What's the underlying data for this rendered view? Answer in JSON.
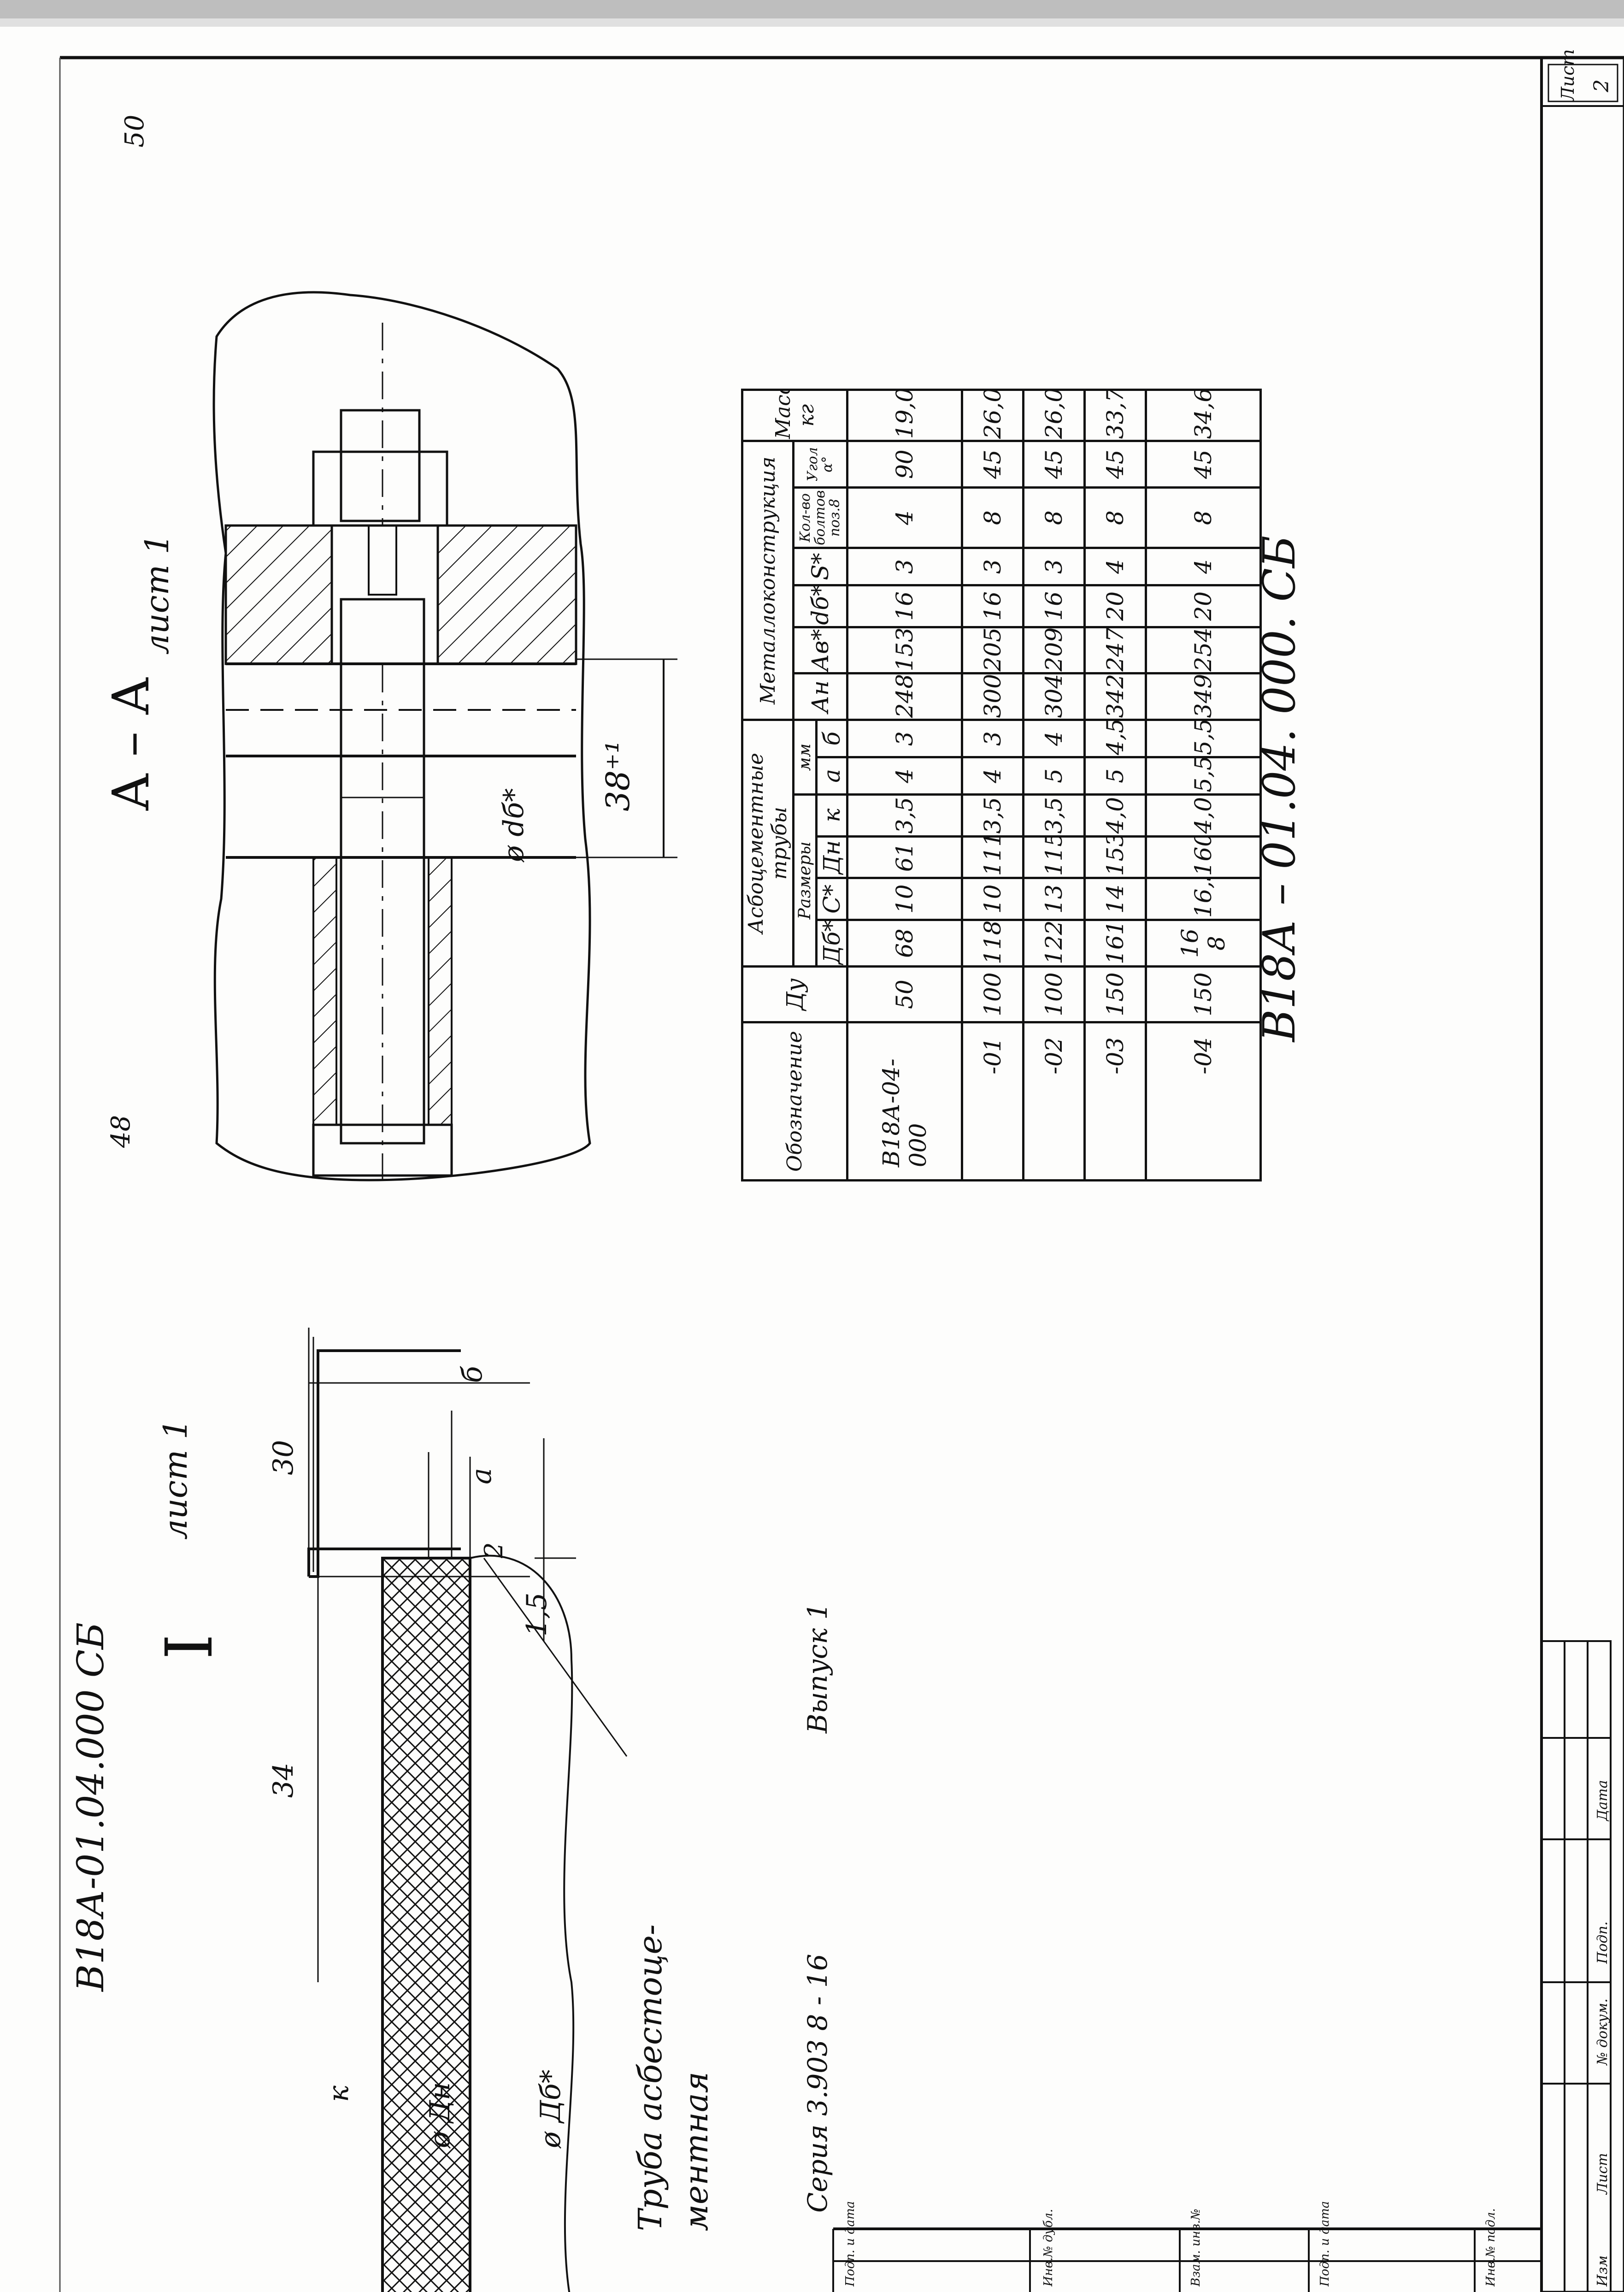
{
  "page": {
    "sheet_number_top": "50",
    "page_number_left": "48",
    "doc_code_side": "В18А-01.04.000 СБ",
    "doc_code_stamp": "В18А – 01.04. 000. СБ",
    "series_label": "Серия   3.903 8 - 16",
    "issue_label": "Выпуск 1",
    "stamp_label_sheet": "Лист",
    "stamp_sheet_value": "2",
    "stamp_cols": [
      "Изм",
      "Лист",
      "№ докум.",
      "Подп.",
      "Дата"
    ],
    "left_strip_labels": [
      "Инв.№ подл.",
      "Подп. и дата",
      "Взам. инв.№",
      "Инв.№ дубл.",
      "Подп. и дата"
    ]
  },
  "section_aa": {
    "title": "А – А",
    "sheet_ref": "лист 1",
    "dim_height": "38⁺¹",
    "dim_diameter": "ø dб*"
  },
  "detail_i": {
    "title": "I",
    "sheet_ref": "лист 1",
    "dim_34": "34",
    "dim_30": "30",
    "dim_b": "б",
    "dim_a": "а",
    "dim_2": "2",
    "dim_15": "1,5",
    "dim_k": "к",
    "dim_dn": "ø Дн",
    "dim_db": "ø Дб*",
    "pipe_label_1": "Труба асбестоце-",
    "pipe_label_2": "ментная"
  },
  "table": {
    "h_designation": "Обозначение",
    "h_du": "Ду",
    "h_pipe_group": "Асбоцементные трубы",
    "h_sizes": "Размеры",
    "h_mm": "мм",
    "h_metal_group": "Металлоконструкция",
    "h_bolts": "Кол-во болтов поз.8",
    "h_angle": "Угол α°",
    "h_mass": "Масса кг",
    "cols": [
      "Дб*",
      "С*",
      "Дн",
      "к",
      "а",
      "б",
      "Ан",
      "Ав*",
      "dб*",
      "S*"
    ],
    "rows": [
      {
        "designation": "В18А-04-000",
        "du": "50",
        "db": "68",
        "c": "10",
        "dn": "61",
        "k": "3,5",
        "a": "4",
        "b": "3",
        "an": "248",
        "av": "153",
        "dbolt": "16",
        "s": "3",
        "bolts": "4",
        "angle": "90",
        "mass": "19,0"
      },
      {
        "designation": "-01",
        "du": "100",
        "db": "118",
        "c": "10",
        "dn": "111",
        "k": "3,5",
        "a": "4",
        "b": "3",
        "an": "300",
        "av": "205",
        "dbolt": "16",
        "s": "3",
        "bolts": "8",
        "angle": "45",
        "mass": "26,0"
      },
      {
        "designation": "-02",
        "du": "100",
        "db": "122",
        "c": "13",
        "dn": "115",
        "k": "3,5",
        "a": "5",
        "b": "4",
        "an": "304",
        "av": "209",
        "dbolt": "16",
        "s": "3",
        "bolts": "8",
        "angle": "45",
        "mass": "26,0"
      },
      {
        "designation": "-03",
        "du": "150",
        "db": "161",
        "c": "14",
        "dn": "153",
        "k": "4,0",
        "a": "5",
        "b": "4,5",
        "an": "342",
        "av": "247",
        "dbolt": "20",
        "s": "4",
        "bolts": "8",
        "angle": "45",
        "mass": "33,7"
      },
      {
        "designation": "-04",
        "du": "150",
        "db": "16 8",
        "c": "16,5",
        "dn": "160",
        "k": "4,0",
        "a": "5,5",
        "b": "5,5",
        "an": "349",
        "av": "254",
        "dbolt": "20",
        "s": "4",
        "bolts": "8",
        "angle": "45",
        "mass": "34,6"
      }
    ]
  }
}
